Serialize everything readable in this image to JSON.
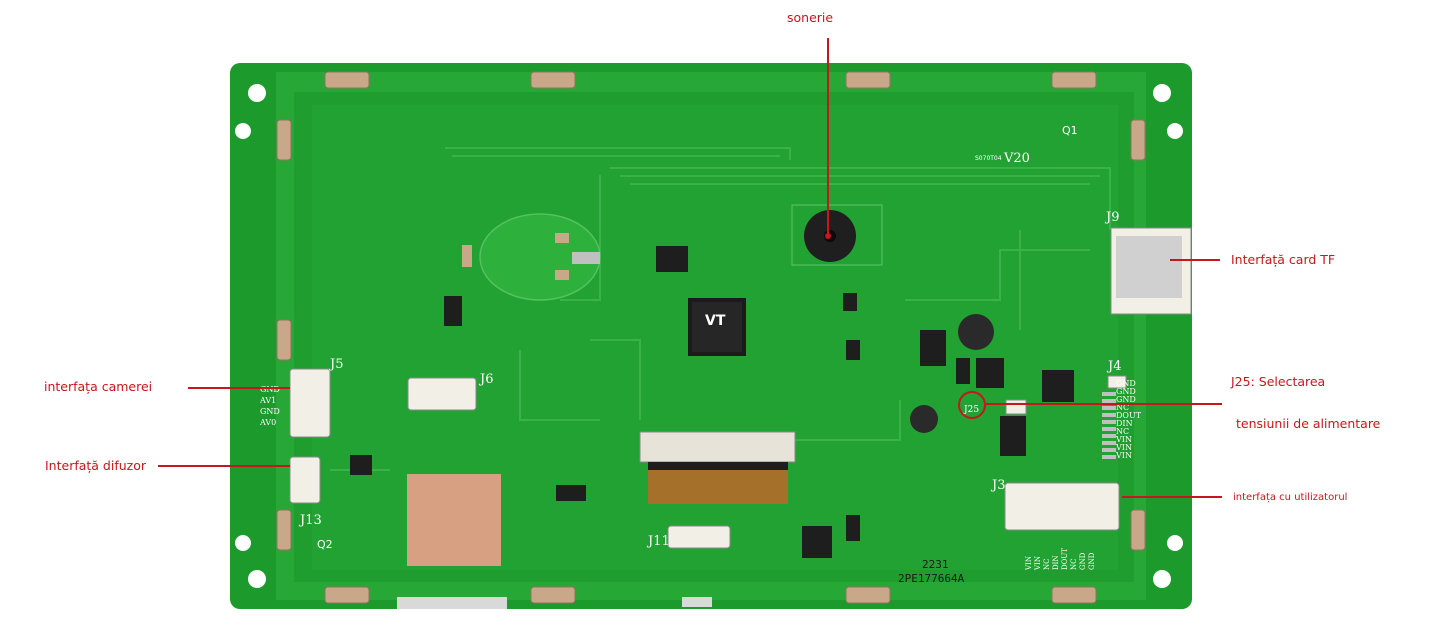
{
  "callouts": {
    "buzzer": "sonerie",
    "tf_card": "Interfață card TF",
    "camera": "interfața camerei",
    "speaker": "Interfață difuzor",
    "j25_line1": "J25: Selectarea",
    "j25_line2": "tensiunii de alimentare",
    "user_interface": "interfața cu utilizatorul"
  },
  "silkscreen": {
    "version": "V20",
    "board_model": "S070T04",
    "chip_mark": "VT",
    "date_code": "2231",
    "serial": "2PE177664A",
    "refs": {
      "j5": "J5",
      "j6": "J6",
      "j9": "J9",
      "j4": "J4",
      "j3": "J3",
      "j11": "J11",
      "j13": "J13",
      "j25": "J25",
      "q1": "Q1",
      "q2": "Q2"
    },
    "camera_pins": [
      "GND",
      "AV1",
      "GND",
      "AV0"
    ],
    "j4_pins": [
      "GND",
      "GND",
      "GND",
      "NC",
      "DOUT",
      "DIN",
      "NC",
      "VIN",
      "VIN",
      "VIN"
    ],
    "j3_pins": [
      "VIN",
      "VIN",
      "NC",
      "DIN",
      "DOUT",
      "NC",
      "GND",
      "GND"
    ]
  },
  "colors": {
    "pcb": "#1fa12e",
    "pcb_border": "#159026",
    "callout": "#c8161d"
  }
}
